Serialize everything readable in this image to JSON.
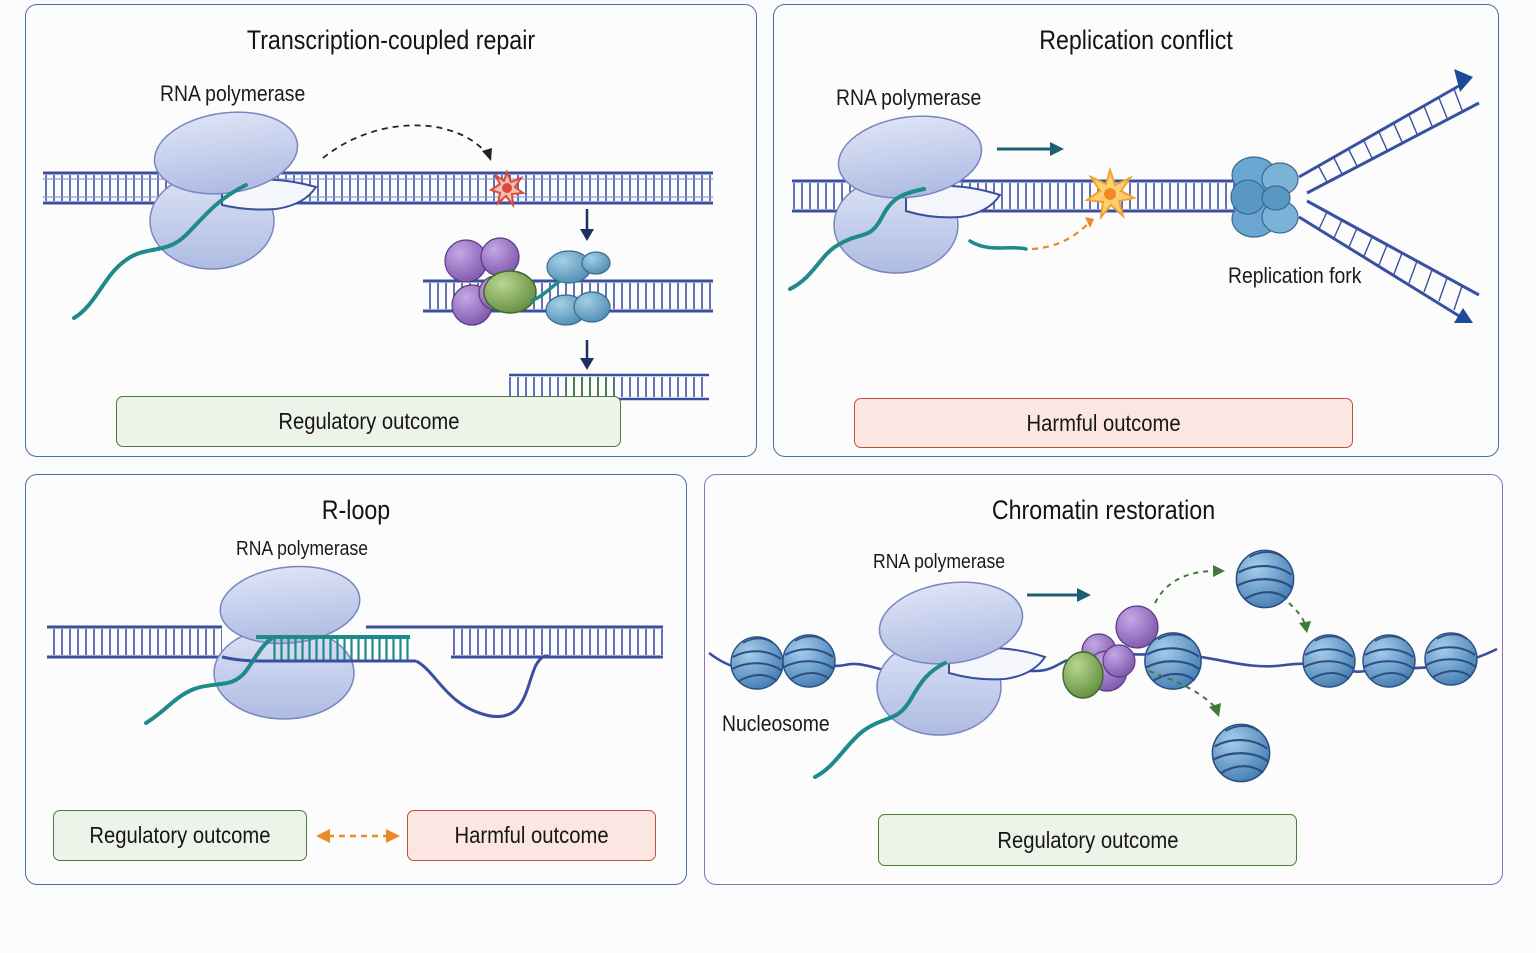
{
  "panels": {
    "tcr": {
      "title": "Transcription-coupled repair",
      "polymerase_label": "RNA polymerase",
      "outcome": "Regulatory outcome"
    },
    "replication": {
      "title": "Replication conflict",
      "polymerase_label": "RNA polymerase",
      "fork_label": "Replication fork",
      "outcome": "Harmful outcome"
    },
    "rloop": {
      "title": "R-loop",
      "polymerase_label": "RNA polymerase",
      "outcome_left": "Regulatory outcome",
      "outcome_right": "Harmful outcome"
    },
    "chromatin": {
      "title": "Chromatin restoration",
      "polymerase_label": "RNA polymerase",
      "nucleosome_label": "Nucleosome",
      "outcome": "Regulatory outcome"
    }
  },
  "colors": {
    "panel_border_blue": "#4a6fa8",
    "panel_border_purple": "#8a72b0",
    "dna": "#3a4fa0",
    "polymerase": "#c9d2ee",
    "rna": "#1f8a8a",
    "repair_purple": "#9068b8",
    "repair_green": "#8ab060",
    "repair_teal": "#6aaecb",
    "nucleosome": "#5d95c8",
    "damage_red": "#d94a3a",
    "clash_orange": "#f2a030",
    "regulatory_fill": "#eef3ea",
    "harmful_fill": "#fbe6e1"
  },
  "icons": [
    "dna-damage-icon",
    "clash-star-icon",
    "arrow-icon",
    "bidirectional-arrow-icon"
  ]
}
